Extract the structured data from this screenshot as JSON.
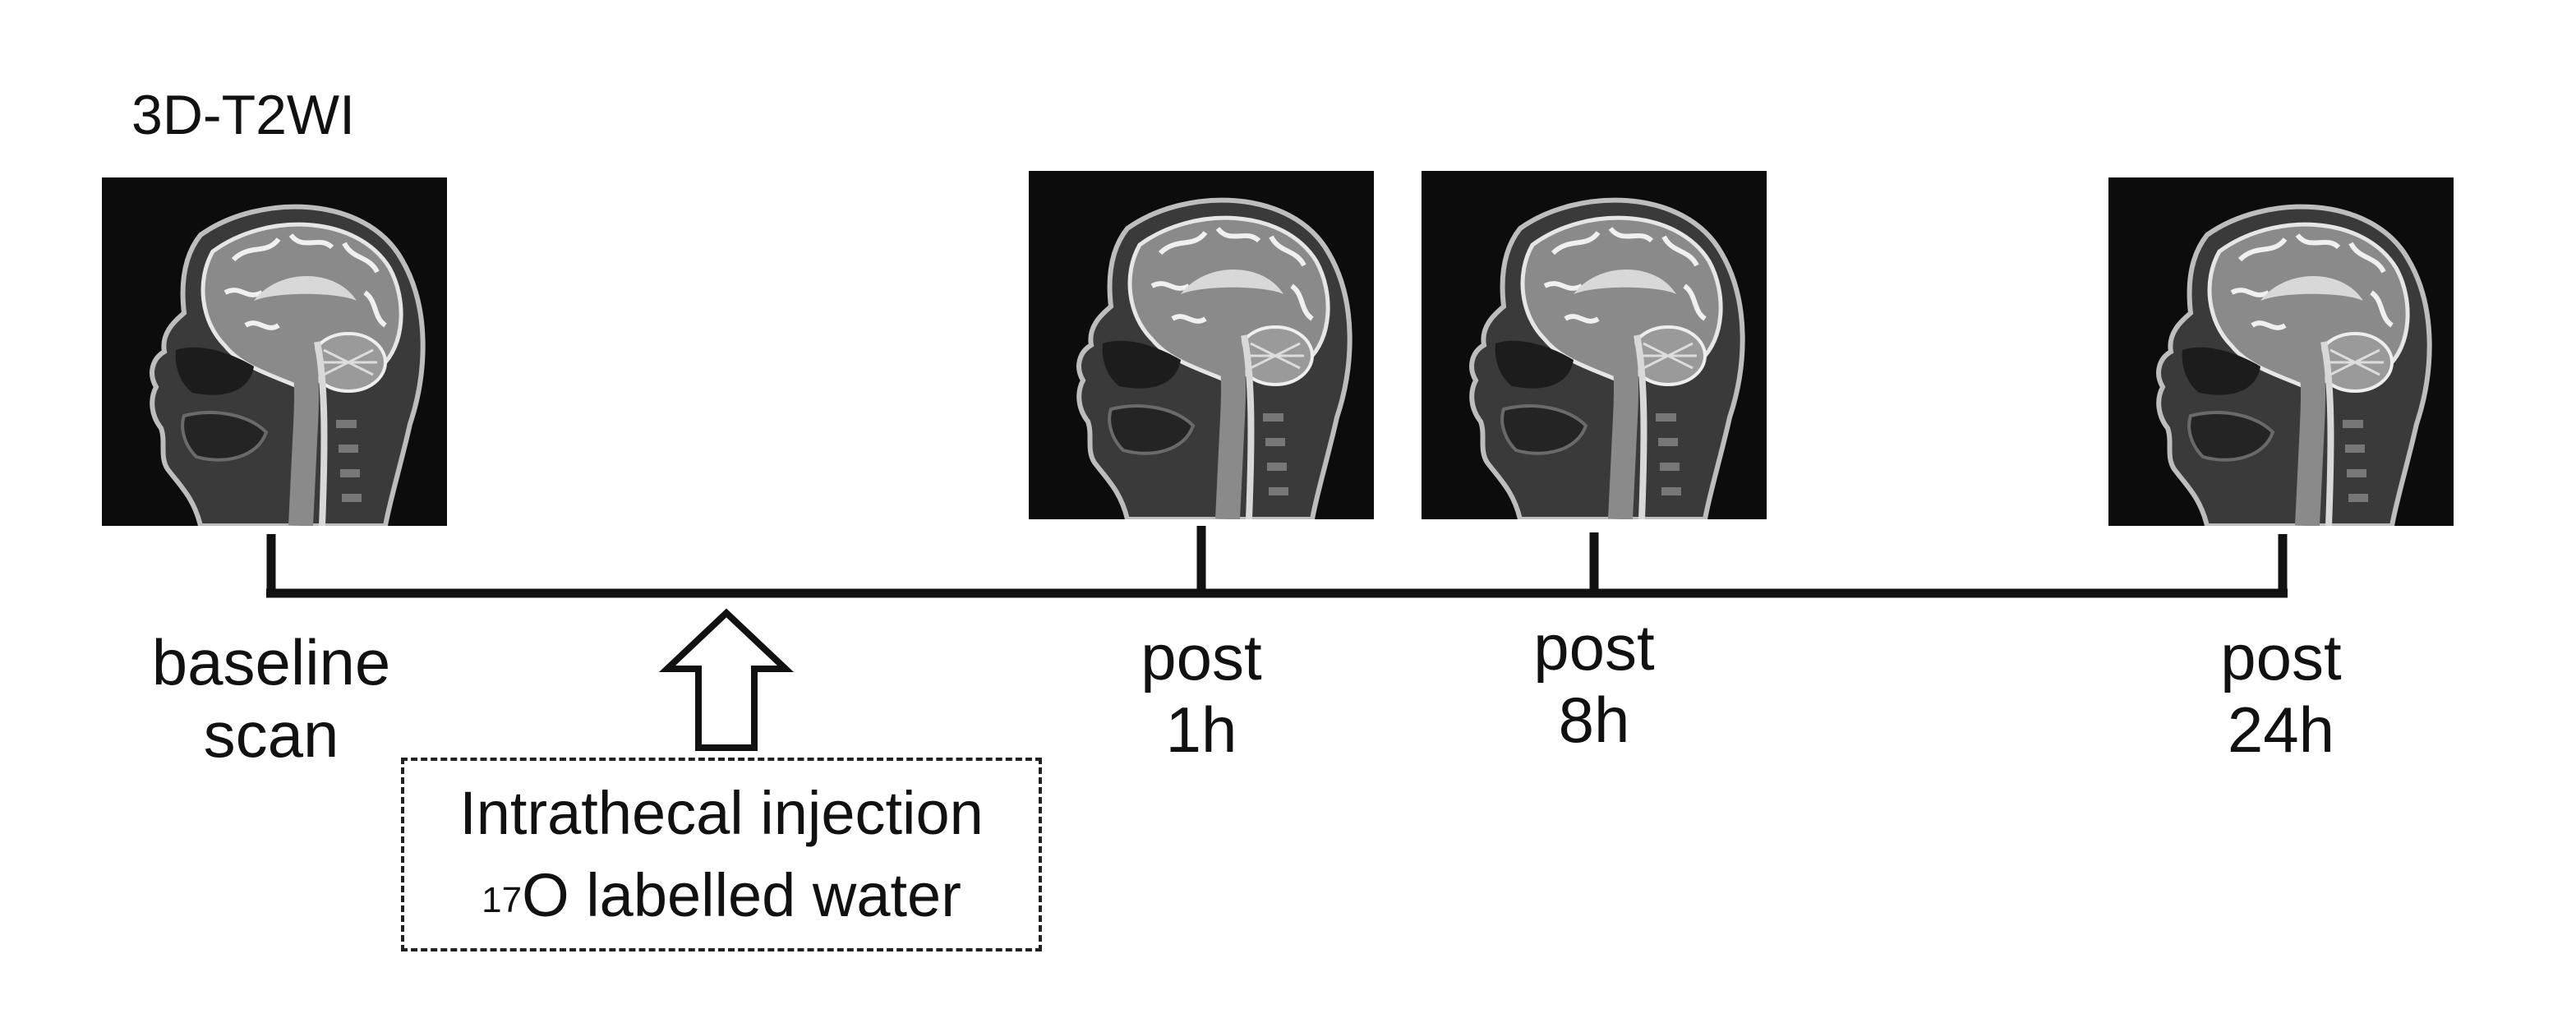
{
  "sequence_label": "3D-T2WI",
  "scans": [
    {
      "line1": "baseline",
      "line2": "scan"
    },
    {
      "line1": "post",
      "line2": "1h"
    },
    {
      "line1": "post",
      "line2": "8h"
    },
    {
      "line1": "post",
      "line2": "24h"
    }
  ],
  "injection": {
    "line1": "Intrathecal injection",
    "isotope_mass": "17",
    "line2_rest": "O labelled water"
  },
  "colors": {
    "line": "#111111",
    "image_bg": "#0c0c0c",
    "tissue": "#8a8a8a",
    "bright": "#d8d8d8"
  },
  "icons": {
    "mri": "sagittal-brain-mri-icon",
    "injection_marker": "hollow-up-arrow-icon"
  }
}
